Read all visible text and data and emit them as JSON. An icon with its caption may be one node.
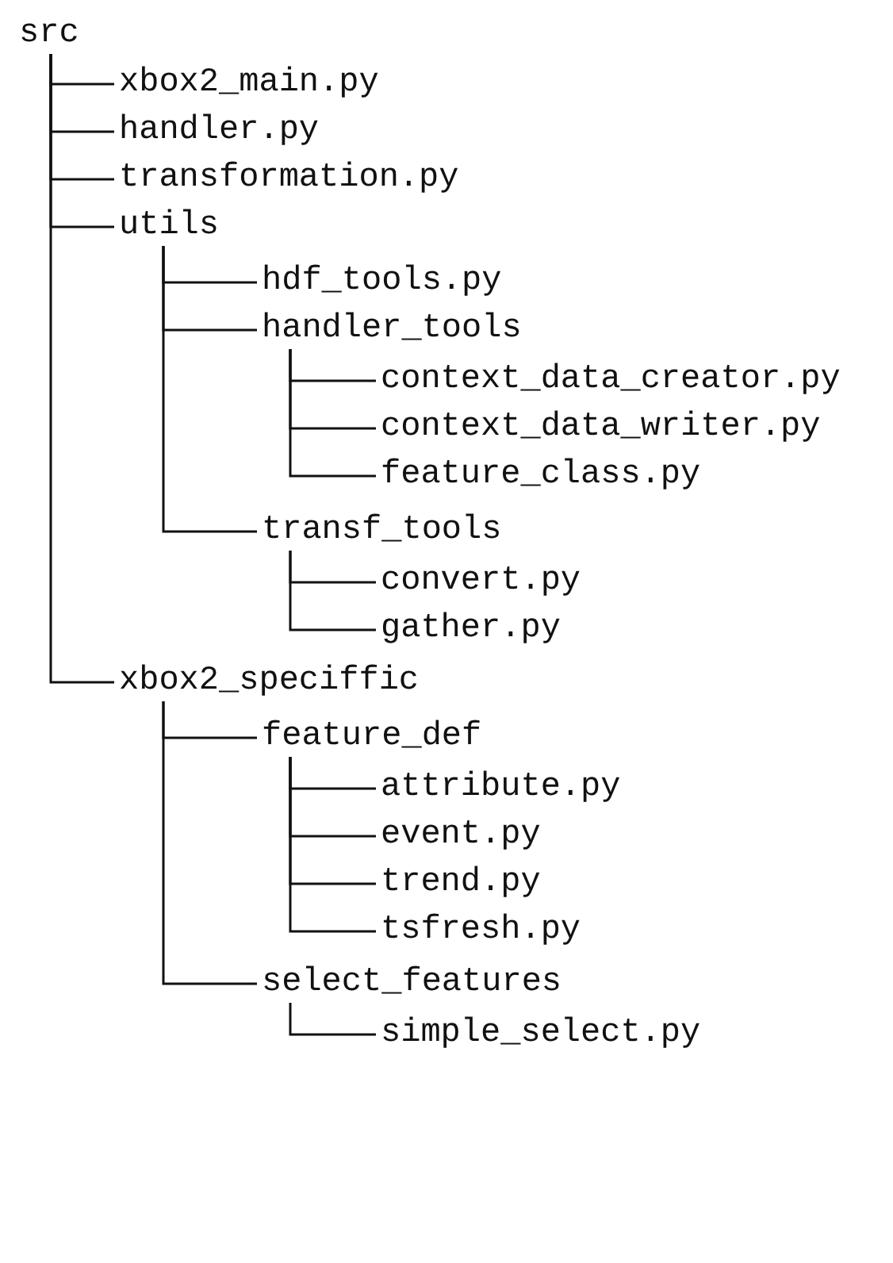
{
  "diagram": {
    "nodes": [
      {
        "text": [
          "src"
        ]
      },
      {
        "text": [
          "xbox2_main.py"
        ]
      },
      {
        "text": [
          "handler.py"
        ]
      },
      {
        "text": [
          "transformation.py"
        ]
      },
      {
        "text": [
          "utils"
        ]
      },
      {
        "text": [
          "hdf_tools.py"
        ]
      },
      {
        "text": [
          "handler_tools"
        ]
      },
      {
        "text": [
          "context_data_creator.py"
        ]
      },
      {
        "text": [
          "context_data_writer.py"
        ]
      },
      {
        "text": [
          "feature_class.py"
        ]
      },
      {
        "text": [
          "transf_tools"
        ]
      },
      {
        "text": [
          "convert.py"
        ]
      },
      {
        "text": [
          "gather.py"
        ]
      },
      {
        "text": [
          "xbox2_speciffic"
        ]
      },
      {
        "text": [
          "feature_def"
        ]
      },
      {
        "text": [
          "attribute.py"
        ]
      },
      {
        "text": [
          "event.py"
        ]
      },
      {
        "text": [
          "trend.py"
        ]
      },
      {
        "text": [
          "tsfresh.py"
        ]
      },
      {
        "text": [
          "select_features"
        ]
      },
      {
        "text": [
          "simple_select.py"
        ]
      }
    ],
    "edges": [
      {
        "from": 0,
        "to": 1,
        "arrow": "none"
      },
      {
        "from": 0,
        "to": 2,
        "arrow": "none"
      },
      {
        "from": 0,
        "to": 3,
        "arrow": "none"
      },
      {
        "from": 0,
        "to": 4,
        "arrow": "none"
      },
      {
        "from": 4,
        "to": 5,
        "arrow": "none"
      },
      {
        "from": 4,
        "to": 6,
        "arrow": "none"
      },
      {
        "from": 6,
        "to": 7,
        "arrow": "none"
      },
      {
        "from": 6,
        "to": 8,
        "arrow": "none"
      },
      {
        "from": 6,
        "to": 9,
        "arrow": "none"
      },
      {
        "from": 4,
        "to": 10,
        "arrow": "none"
      },
      {
        "from": 10,
        "to": 11,
        "arrow": "none"
      },
      {
        "from": 10,
        "to": 12,
        "arrow": "none"
      },
      {
        "from": 0,
        "to": 13,
        "arrow": "none"
      },
      {
        "from": 13,
        "to": 14,
        "arrow": "none"
      },
      {
        "from": 14,
        "to": 15,
        "arrow": "none"
      },
      {
        "from": 14,
        "to": 16,
        "arrow": "none"
      },
      {
        "from": 14,
        "to": 17,
        "arrow": "none"
      },
      {
        "from": 14,
        "to": 18,
        "arrow": "none"
      },
      {
        "from": 13,
        "to": 19,
        "arrow": "none"
      },
      {
        "from": 19,
        "to": 20,
        "arrow": "none"
      }
    ]
  }
}
